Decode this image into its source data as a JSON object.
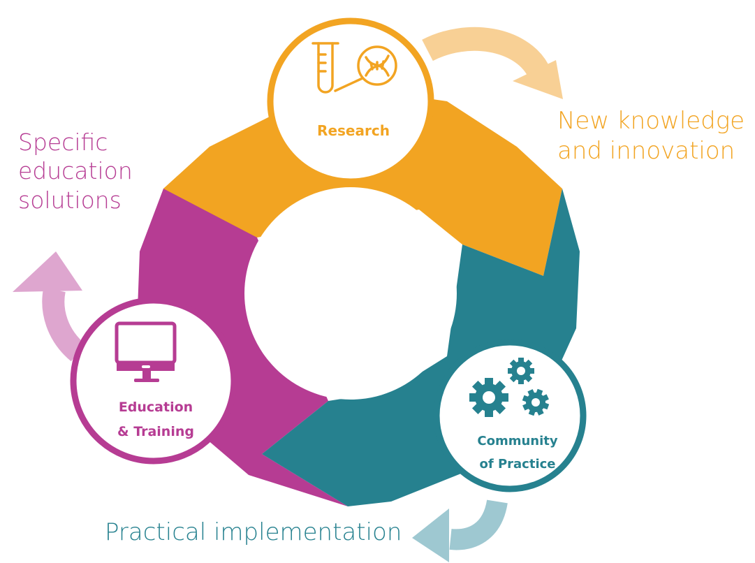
{
  "stages": {
    "research": {
      "label": "Research",
      "color": "#f2a422",
      "icons": [
        "test-tube-icon",
        "dna-magnifier-icon"
      ]
    },
    "community": {
      "label_line1": "Community",
      "label_line2": "of Practice",
      "color": "#26818f",
      "icons": [
        "gears-icon"
      ]
    },
    "education": {
      "label_line1": "Education",
      "label_line2": "& Training",
      "color": "#b63c93",
      "icons": [
        "monitor-icon"
      ]
    }
  },
  "outcomes": {
    "research": "New knowledge\nand innovation",
    "education": "Specific\neducation\nsolutions",
    "community": "Practical implementation"
  },
  "colors": {
    "orange": "#f2a422",
    "teal": "#26818f",
    "magenta": "#b63c93",
    "orange_light": "#f8d095",
    "teal_light": "#9ec8d1",
    "magenta_light": "#dea6cf"
  }
}
